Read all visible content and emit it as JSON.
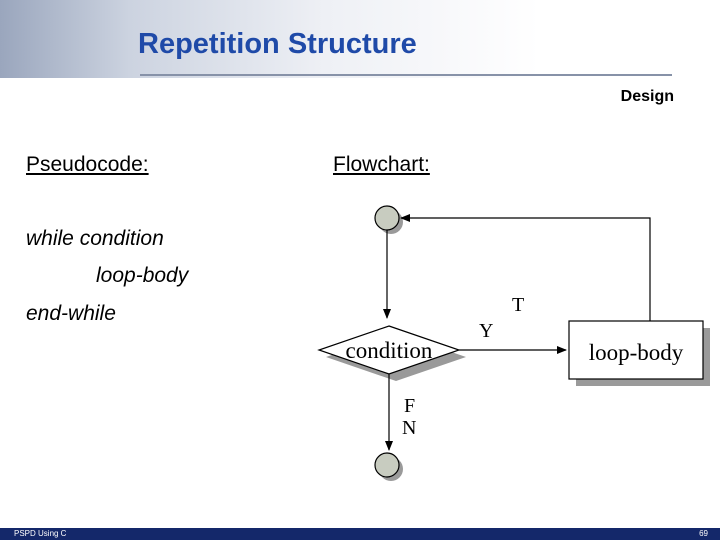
{
  "slide": {
    "title": "Repetition Structure",
    "section_tag": "Design",
    "footer_left": "PSPD Using C",
    "footer_page": "69"
  },
  "pseudocode": {
    "heading": "Pseudocode:",
    "lines": [
      "while condition",
      "loop-body",
      "end-while"
    ]
  },
  "flowchart": {
    "heading": "Flowchart:",
    "decision_label": "condition",
    "process_label": "loop-body",
    "true_label": "T",
    "yes_label": "Y",
    "false_label": "F",
    "no_label": "N"
  },
  "colors": {
    "title": "#1f4aa8",
    "footer": "#14286a",
    "connector_fill": "#c8ccc0",
    "shadow": "#9a9a9a"
  }
}
